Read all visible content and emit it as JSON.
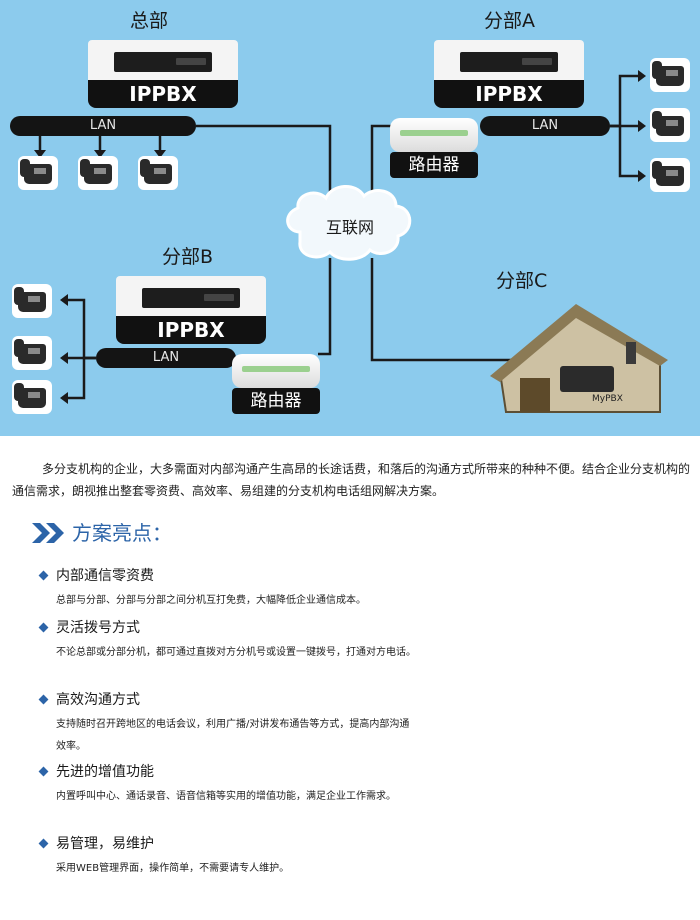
{
  "diagram": {
    "hq": {
      "title": "总部",
      "pbx_label": "IPPBX",
      "lan_label": "LAN"
    },
    "branch_a": {
      "title": "分部A",
      "pbx_label": "IPPBX",
      "lan_label": "LAN",
      "router_label": "路由器"
    },
    "branch_b": {
      "title": "分部B",
      "pbx_label": "IPPBX",
      "lan_label": "LAN",
      "router_label": "路由器"
    },
    "branch_c": {
      "title": "分部C",
      "house_label": "MyPBX"
    },
    "internet_label": "互联网",
    "colors": {
      "background": "#8ccbed",
      "device_tag": "#111111"
    }
  },
  "intro": "多分支机构的企业，大多需面对内部沟通产生高昂的长途话费，和落后的沟通方式所带来的种种不便。结合企业分支机构的通信需求，朗视推出整套零资费、高效率、易组建的分支机构电话组网解决方案。",
  "section_title": "方案亮点：",
  "features": [
    {
      "title": "内部通信零资费",
      "desc": "总部与分部、分部与分部之间分机互打免费，大幅降低企业通信成本。"
    },
    {
      "title": "灵活拨号方式",
      "desc": "不论总部或分部分机，都可通过直拨对方分机号或设置一键拨号，打通对方电话。"
    },
    {
      "title": "高效沟通方式",
      "desc": "支持随时召开跨地区的电话会议，利用广播/对讲发布通告等方式，提高内部沟通效率。"
    },
    {
      "title": "先进的增值功能",
      "desc": "内置呼叫中心、通话录音、语音信箱等实用的增值功能，满足企业工作需求。"
    },
    {
      "title": "易管理，易维护",
      "desc": "采用WEB管理界面，操作简单，不需要请专人维护。"
    }
  ],
  "accent_color": "#2c64a8"
}
